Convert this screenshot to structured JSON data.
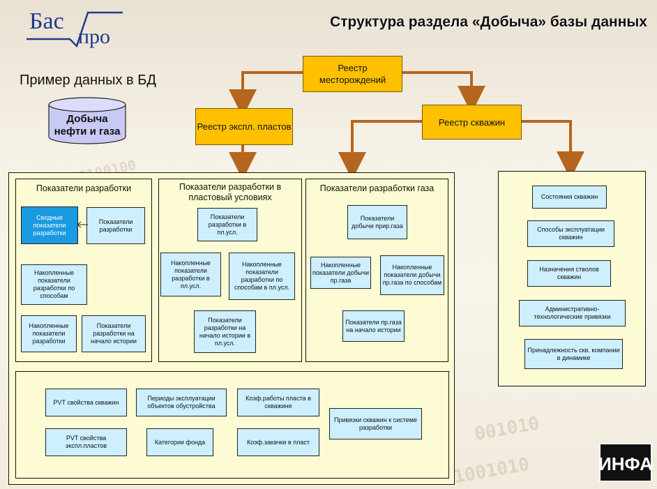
{
  "logo": {
    "part1": "Бас",
    "part2": "про"
  },
  "title": "Структура раздела «Добыча» базы данных",
  "subtitle": "Пример данных в БД",
  "database": {
    "line1": "Добыча",
    "line2": "нефти и газа"
  },
  "registries": {
    "fields": "Реестр месторождений",
    "layers": "Реестр экспл. пластов",
    "wells": "Реестр скважин"
  },
  "panels": {
    "development": {
      "title": "Показатели разработки",
      "items": [
        "Сводные показатели разработки",
        "Показатели разработки",
        "Накопленные показатели разработки по способам",
        "Накопленные показатели разработки",
        "Показатели разработки на начало истории"
      ]
    },
    "reservoir": {
      "title": "Показатели разработки в пластовый условиях",
      "items": [
        "Показатели разработки в пл.усл.",
        "Накопленные показатели разработки в пл.усл.",
        "Накопленные показатели разработки по способам в пл.усл.",
        "Показатели разработки на начало истории в пл.усл."
      ]
    },
    "gas": {
      "title": "Показатели разработки газа",
      "items": [
        "Показатели добычи прир.газа",
        "Накопленные показатели добычи пр.газа",
        "Накопленные показатели добычи пр.газа по способам",
        "Показатели пр.газа на начало истории"
      ]
    },
    "wells": {
      "items": [
        "Состояния скважин",
        "Способы эксплуатации скважин",
        "Назначения стволов скважин",
        "Административно-технологические привязки",
        "Принадлежность скв. компании в динамике"
      ]
    },
    "misc": {
      "items": [
        "PVT свойства скважин",
        "Периоды эксплуатации объектов обустройства",
        "Коэф.работы пласта в скважине",
        "PVT свойства экспл.пластов",
        "Категории фонда",
        "Коэф.закачки в пласт",
        "Привязки скважин к системе разработки"
      ]
    }
  },
  "infa_logo": "ИНФА",
  "colors": {
    "registry": "#ffc000",
    "panel": "#fdfbd3",
    "item": "#cdefff",
    "selected": "#1a9ae0",
    "arrow": "#b5651d"
  }
}
